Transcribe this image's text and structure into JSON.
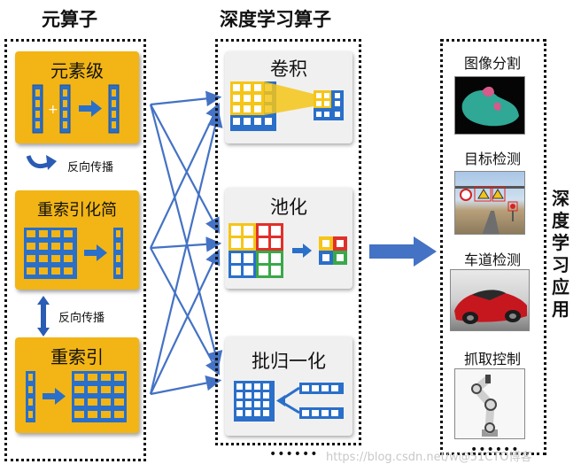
{
  "headings": {
    "meta_ops": "元算子",
    "dl_ops": "深度学习算子"
  },
  "meta_ops": {
    "elementwise": "元素级",
    "backward_1": "反向传播",
    "reindex_reduce": "重索引化简",
    "backward_2": "反向传播",
    "reindex": "重索引"
  },
  "dl_ops": {
    "conv": "卷积",
    "pool": "池化",
    "batchnorm": "批归一化",
    "ellipsis": "••••••"
  },
  "applications": {
    "vertical_title": [
      "深",
      "度",
      "学",
      "习",
      "应",
      "用"
    ],
    "items": [
      "图像分割",
      "目标检测",
      "车道检测",
      "抓取控制"
    ],
    "ellipsis": "••••••"
  },
  "watermark": "https://blog.csdn.net/w@51CTO博客",
  "colors": {
    "meta_box": "#f2b515",
    "grid_blue": "#2a6fc9",
    "arrow_blue": "#4472c4",
    "grid_red": "#e0302a",
    "grid_green": "#3aa84a",
    "grid_yellow": "#f5c518"
  }
}
